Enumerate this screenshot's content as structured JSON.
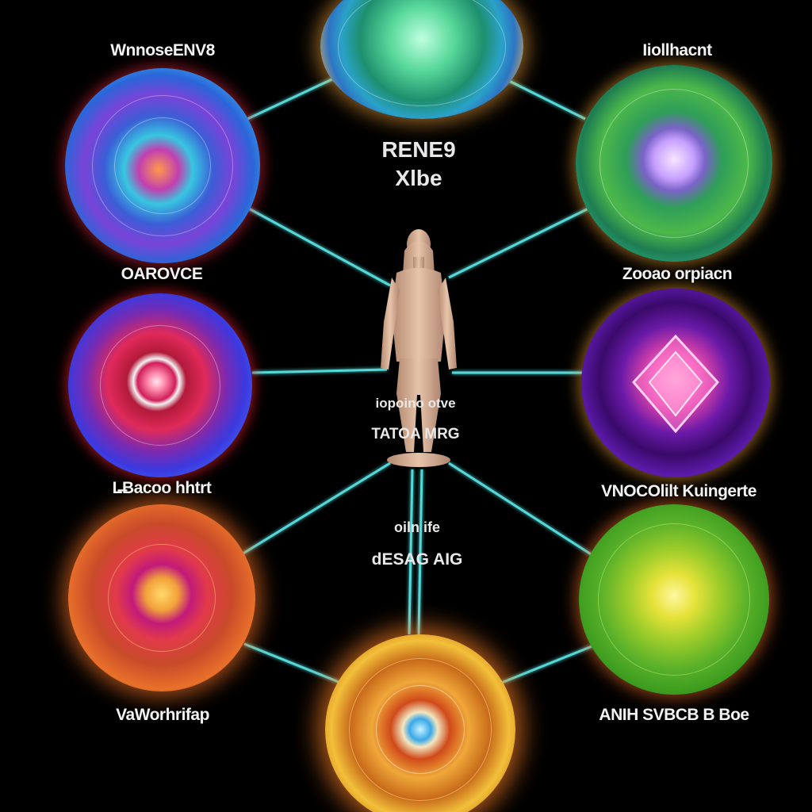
{
  "labels": {
    "top_left": "WnnoseENV8",
    "top_right": "Iiollhacnt",
    "mid_left": "OAROVCE",
    "mid_right": "Zooao orpiacn",
    "bot_left": "L̶Bacoo hhtrt",
    "bot_right": "VNOCOlilt Kuingerte",
    "bottom_left": "VaWorhrifap",
    "bottom_right": "ANIH SVBCB B Boe"
  },
  "center_text": {
    "line1": "RENE9",
    "line2": "Xlbe",
    "mid1": "iopoino otve",
    "mid2": "TATOA MRG",
    "low1": "oiln ife",
    "low2": "dESAG AIG"
  },
  "colors": {
    "background": "#000000",
    "connector": "#5ff0f0",
    "figure": "#d9b49a"
  },
  "icons": {
    "figure": "human-figure-icon"
  }
}
